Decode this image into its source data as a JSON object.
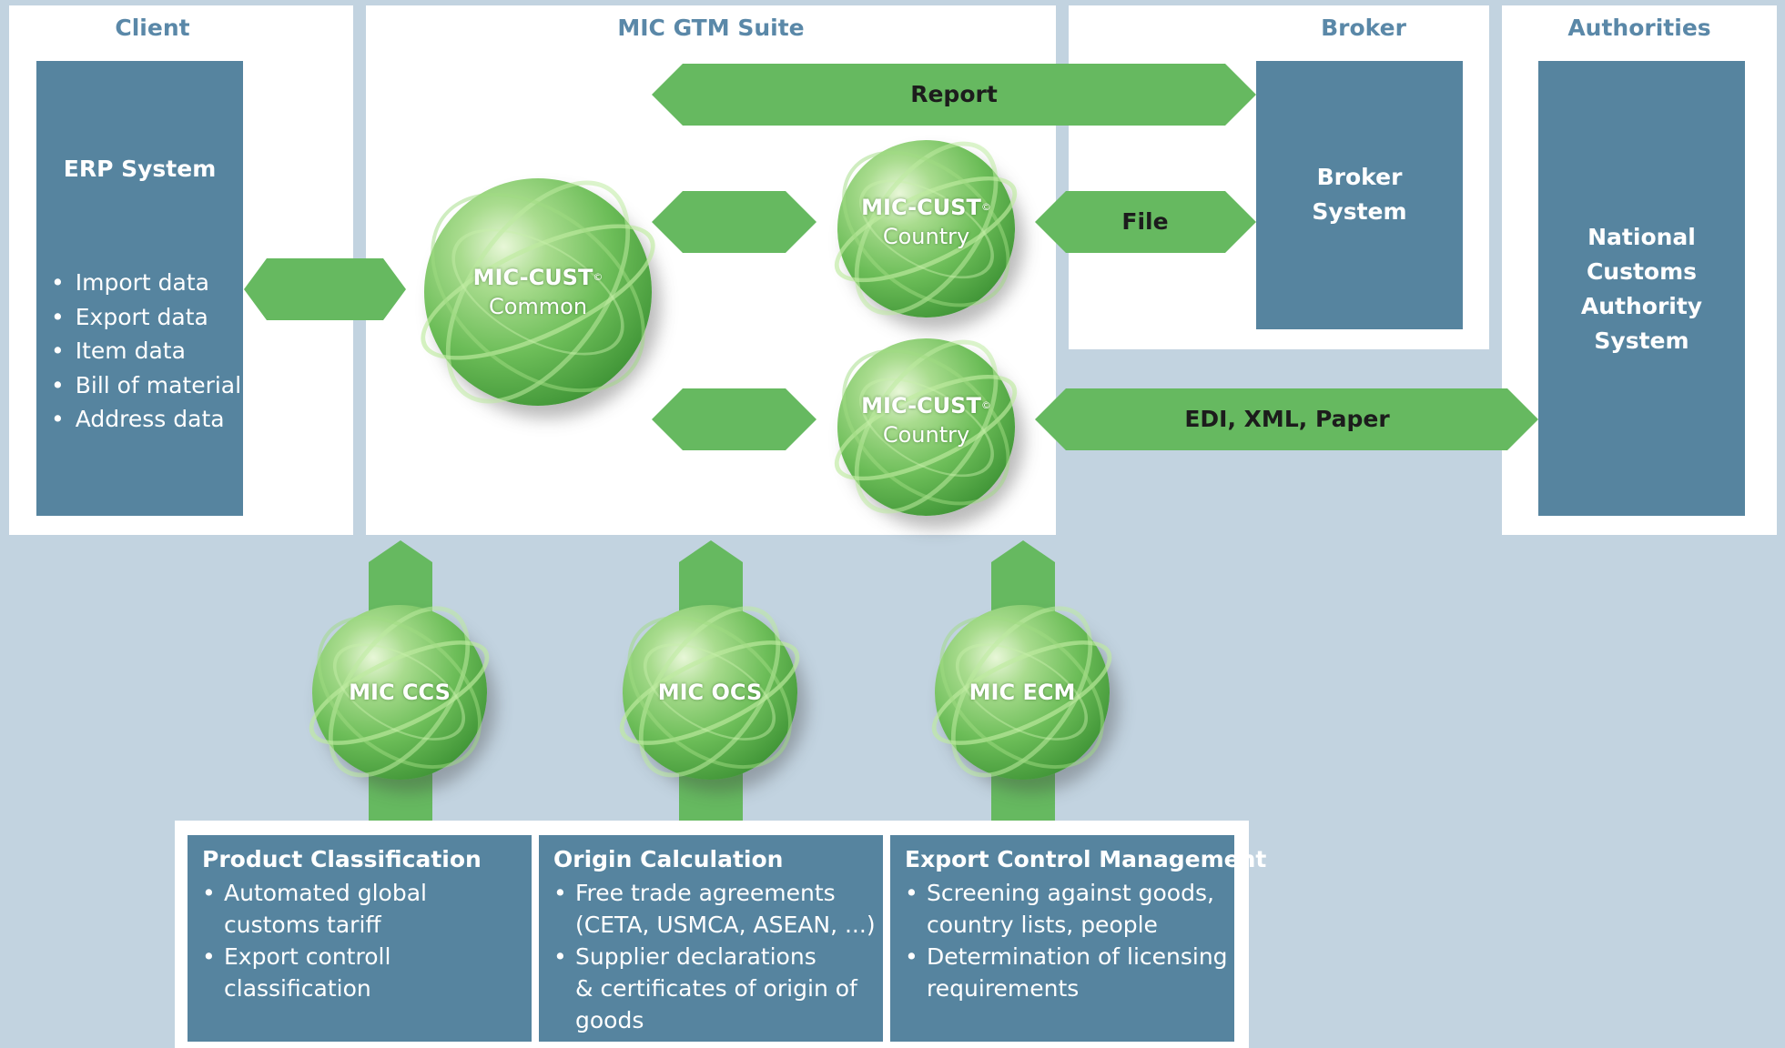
{
  "columns": {
    "client": "Client",
    "suite": "MIC GTM Suite",
    "broker": "Broker",
    "authorities": "Authorities"
  },
  "erp": {
    "title": "ERP System",
    "items": [
      "Import data",
      "Export data",
      "Item data",
      "Bill of material",
      "Address data"
    ]
  },
  "broker_system": {
    "line1": "Broker",
    "line2": "System"
  },
  "authority_system": {
    "line1": "National",
    "line2": "Customs",
    "line3": "Authority",
    "line4": "System"
  },
  "arrows": {
    "report": "Report",
    "file": "File",
    "edi": "EDI, XML, Paper"
  },
  "globes": {
    "common": {
      "name": "MIC-CUST",
      "sup": "©",
      "sub": "Common"
    },
    "country1": {
      "name": "MIC-CUST",
      "sup": "©",
      "sub": "Country"
    },
    "country2": {
      "name": "MIC-CUST",
      "sup": "©",
      "sub": "Country"
    },
    "ccs": "MIC CCS",
    "ocs": "MIC OCS",
    "ecm": "MIC ECM"
  },
  "modules": [
    {
      "title": "Product Classification",
      "items": [
        "Automated global\ncustoms tariff",
        "Export controll\nclassification"
      ]
    },
    {
      "title": "Origin Calculation",
      "items": [
        "Free trade agreements\n(CETA, USMCA, ASEAN, ...)",
        "Supplier declarations\n& certificates of origin of\ngoods"
      ]
    },
    {
      "title": "Export Control Management",
      "items": [
        "Screening against goods,\ncountry lists, people",
        "Determination of licensing\nrequirements"
      ]
    }
  ],
  "colors": {
    "background": "#c2d3e0",
    "panel": "#ffffff",
    "box": "#56849f",
    "arrow": "#66b960",
    "title": "#5a88a8"
  }
}
